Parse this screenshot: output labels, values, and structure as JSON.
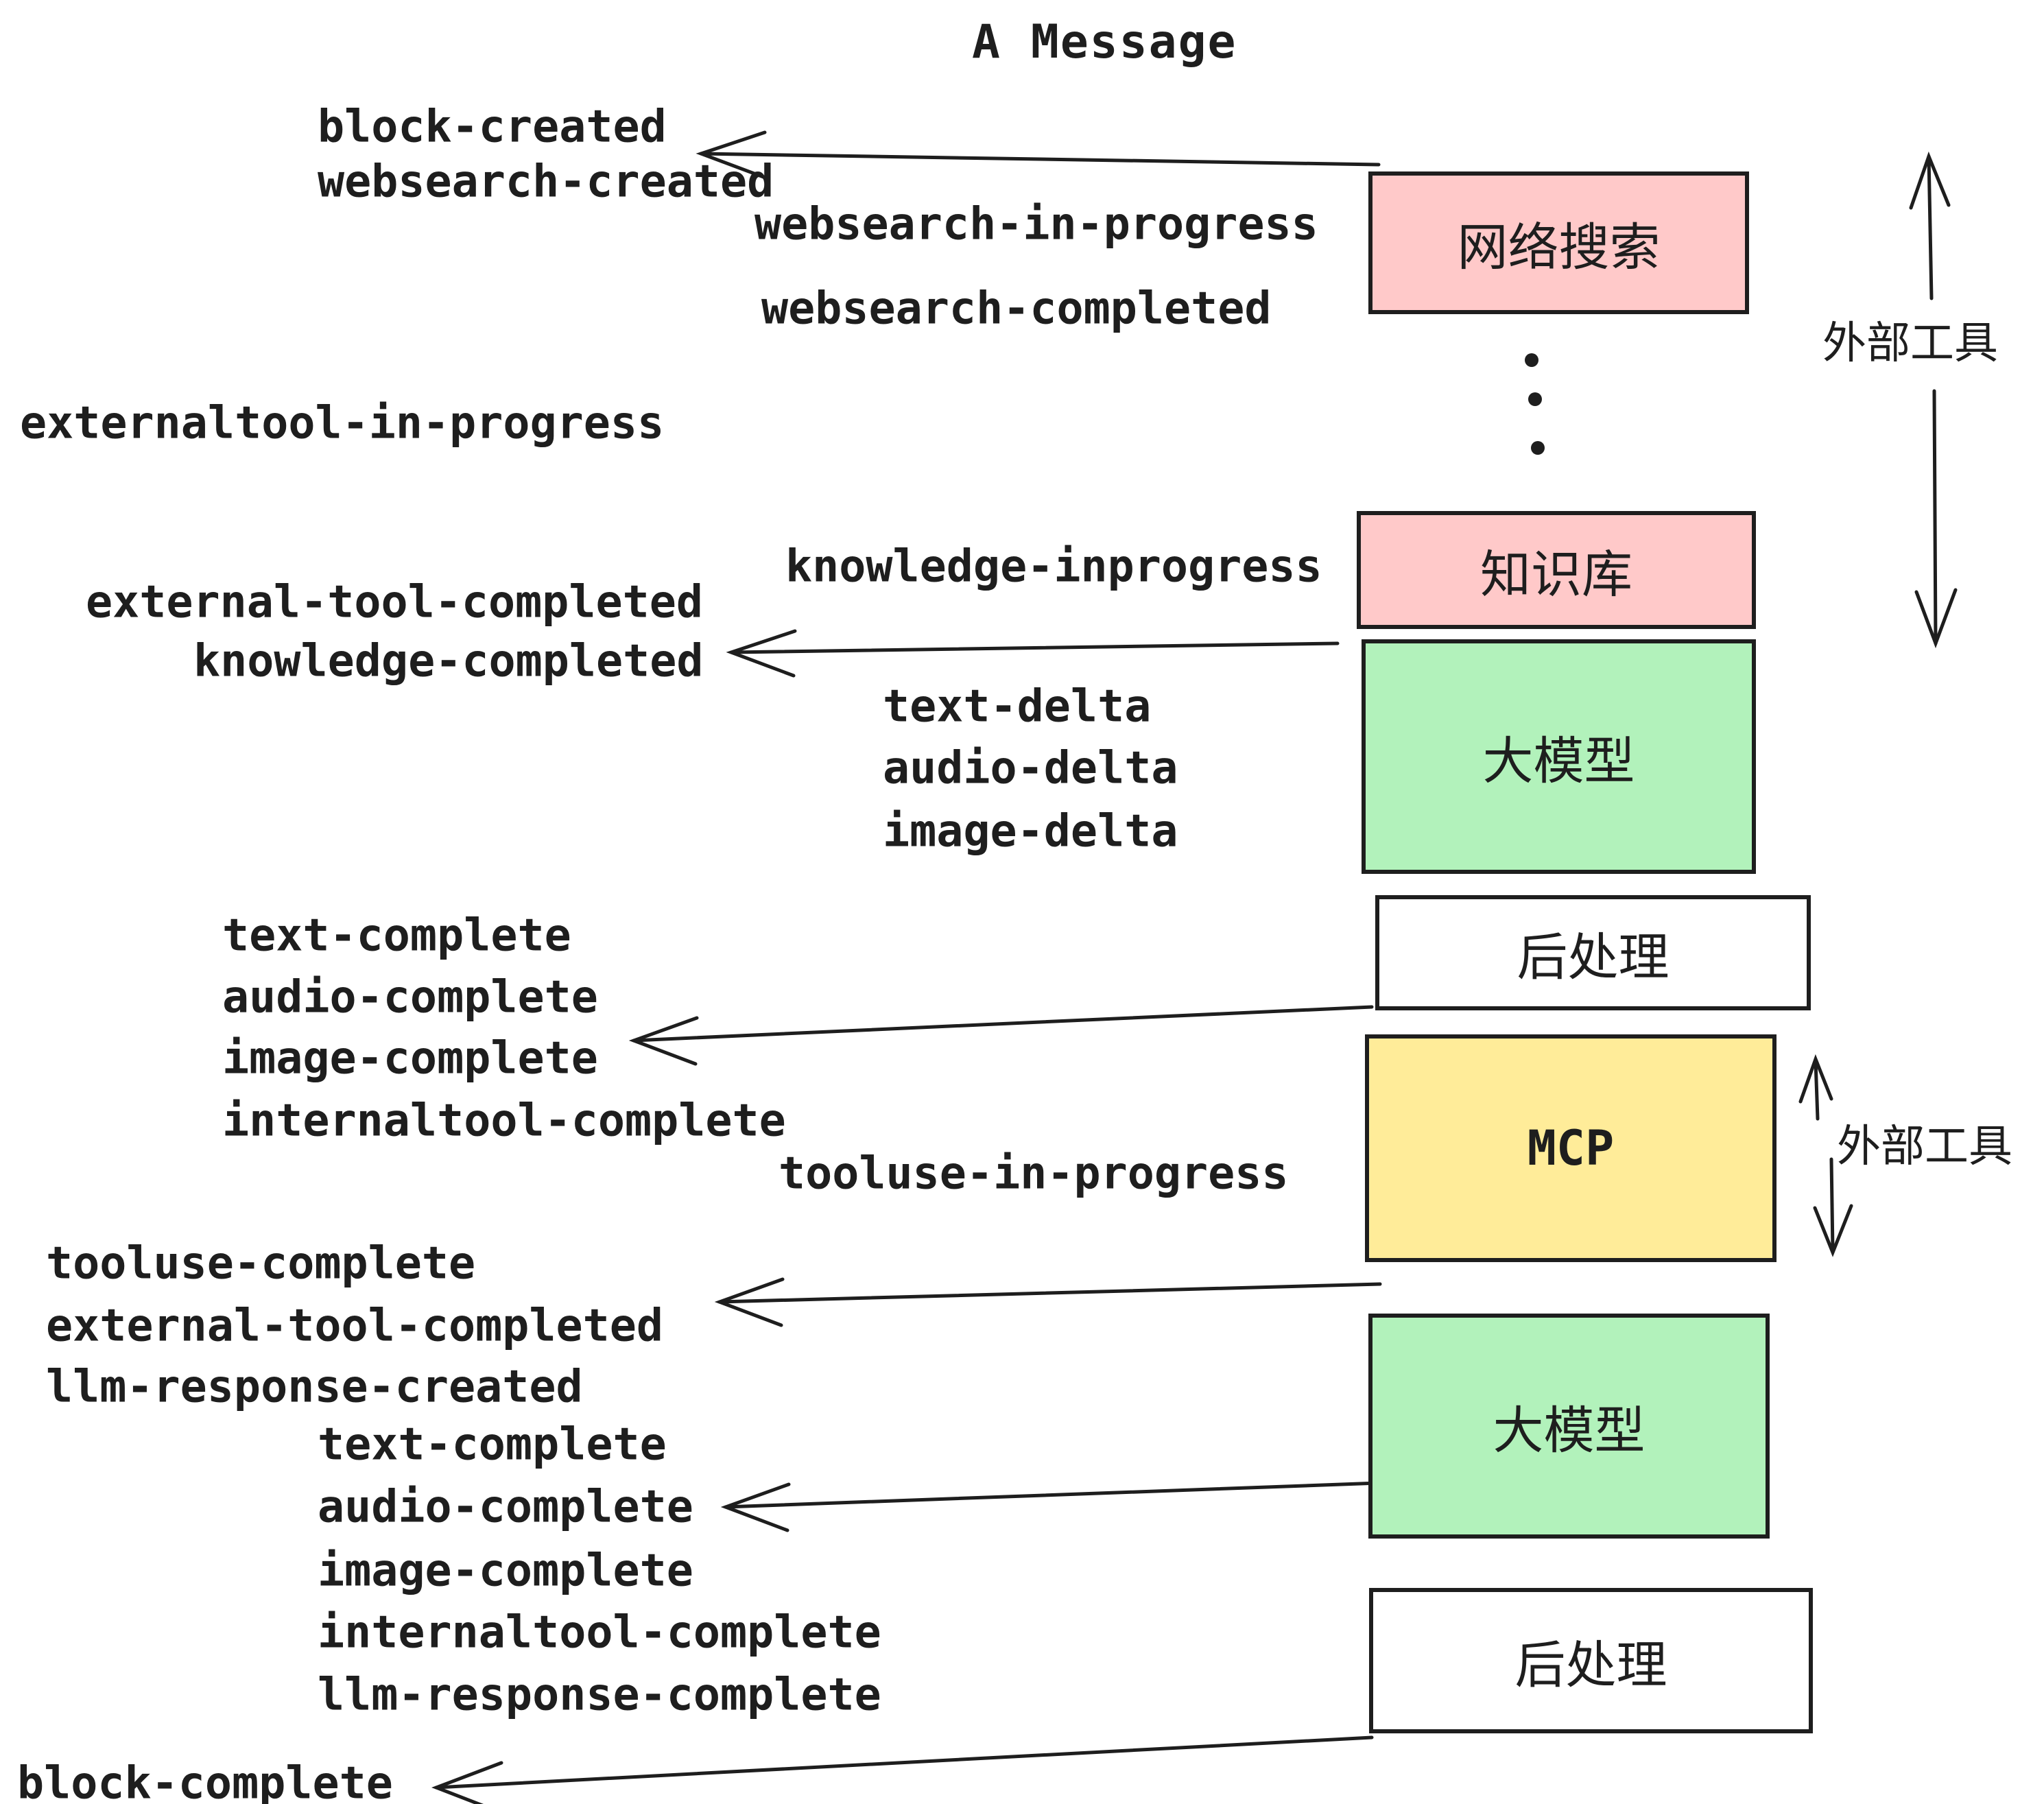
{
  "title": "A Message",
  "colors": {
    "background": "#ffffff",
    "stroke": "#1e1e1e",
    "text": "#1e1e1e",
    "pink_box": "#ffc9c9",
    "green_box": "#b2f2bb",
    "yellow_box": "#ffec99",
    "white_box": "#ffffff"
  },
  "boxes": [
    {
      "id": "websearch",
      "label": "网络搜索",
      "color": "#ffc9c9"
    },
    {
      "id": "knowledge",
      "label": "知识库",
      "color": "#ffc9c9"
    },
    {
      "id": "llm-1",
      "label": "大模型",
      "color": "#b2f2bb"
    },
    {
      "id": "post-1",
      "label": "后处理",
      "color": "#ffffff"
    },
    {
      "id": "mcp",
      "label": "MCP",
      "color": "#ffec99"
    },
    {
      "id": "llm-2",
      "label": "大模型",
      "color": "#b2f2bb"
    },
    {
      "id": "post-2",
      "label": "后处理",
      "color": "#ffffff"
    }
  ],
  "side_annotations": {
    "top_label": "外部工具",
    "mcp_label": "外部工具"
  },
  "events": [
    {
      "text": "block-created"
    },
    {
      "text": "websearch-created"
    },
    {
      "text": "websearch-in-progress"
    },
    {
      "text": "websearch-completed"
    },
    {
      "text": "externaltool-in-progress"
    },
    {
      "text": "knowledge-inprogress"
    },
    {
      "text": "external-tool-completed"
    },
    {
      "text": "knowledge-completed"
    },
    {
      "text": "text-delta"
    },
    {
      "text": "audio-delta"
    },
    {
      "text": "image-delta"
    },
    {
      "text": "text-complete"
    },
    {
      "text": "audio-complete"
    },
    {
      "text": "image-complete"
    },
    {
      "text": "internaltool-complete"
    },
    {
      "text": "tooluse-in-progress"
    },
    {
      "text": "tooluse-complete"
    },
    {
      "text": "external-tool-completed"
    },
    {
      "text": "llm-response-created"
    },
    {
      "text": "text-complete"
    },
    {
      "text": "audio-complete"
    },
    {
      "text": "image-complete"
    },
    {
      "text": "internaltool-complete"
    },
    {
      "text": "llm-response-complete"
    },
    {
      "text": "block-complete"
    }
  ]
}
